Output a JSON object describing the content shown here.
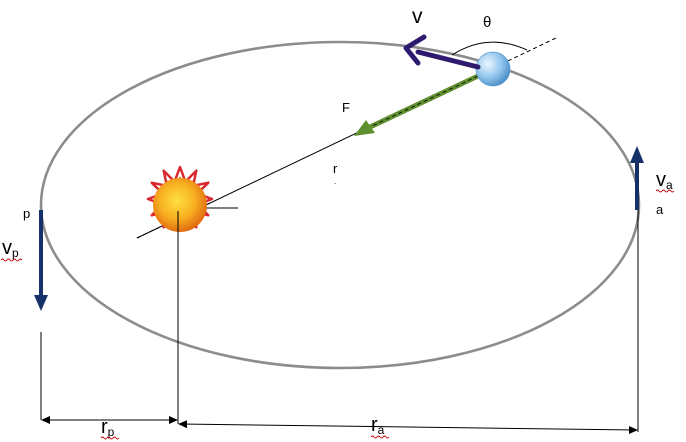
{
  "diagram": {
    "labels": {
      "v": "v",
      "theta": "θ",
      "force": "F",
      "radius": "r",
      "v_a_main": "v",
      "v_a_sub": "a",
      "apoapsis": "a",
      "periapsis": "p",
      "v_p_main": "v",
      "v_p_sub": "p",
      "r_p_main": "r",
      "r_p_sub": "p",
      "r_a_main": "r",
      "r_a_sub": "a"
    },
    "colors": {
      "orbit": "#8c8c8c",
      "velocity_arrow": "#2e1a6e",
      "vector_arrow": "#16306a",
      "force_arrow": "#5f8f2f",
      "sun_body": "#f39a1a",
      "sun_rays": "#d9282e",
      "planet": "#8ec3ec"
    }
  }
}
